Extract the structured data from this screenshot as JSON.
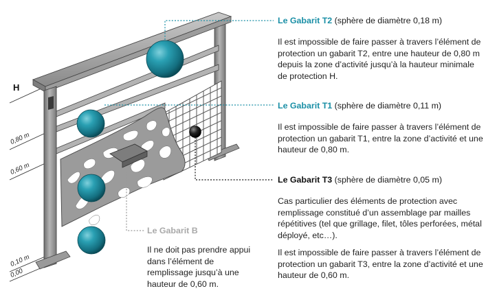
{
  "colors": {
    "teal": "#1a8fa6",
    "sphere": "#1b8ea1",
    "frame": "#8f8f8f",
    "panel": "#9a9a9a",
    "gabaritB": "#a9a9a9",
    "t3": "#111111"
  },
  "height_labels": {
    "H": "H",
    "h080": "0,80 m",
    "h060": "0,60 m",
    "h010": "0,10 m",
    "h000": "0,00"
  },
  "t2": {
    "name": "Le Gabarit T2",
    "spec": " (sphère de diamètre 0,18 m)",
    "description": "Il est impossible de faire passer à travers l’élément de protection un gabarit T2, entre une hauteur de 0,80 m depuis la zone d’activité jusqu’à la hauteur minimale de protection H."
  },
  "t1": {
    "name": "Le Gabarit T1",
    "spec": " (sphère de diamètre 0,11 m)",
    "description": "Il est impossible de faire passer à travers l’élément de protection un gabarit T1, entre la zone d’activité et une hauteur de 0,80 m."
  },
  "t3": {
    "name": "Le Gabarit T3",
    "spec": " (sphère de diamètre 0,05 m)",
    "case": "Cas particulier des éléments de protection avec remplissage constitué d’un assemblage par mailles répétitives (tel que grillage, filet, tôles perforées, métal déployé, etc…).",
    "description": "Il est impossible de faire passer à travers l’élément de protection un gabarit T3, entre la zone d’activité et une hauteur de 0,60 m."
  },
  "gabarit_b": {
    "name": "Le Gabarit B",
    "description": "Il ne doit pas prendre appui dans l’élément de remplissage jusqu’à une hauteur de 0,60 m."
  }
}
